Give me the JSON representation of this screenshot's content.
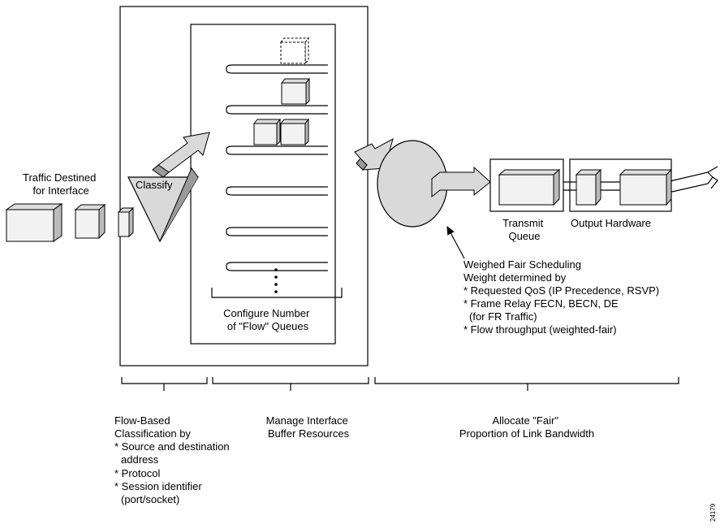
{
  "labels": {
    "traffic_line1": "Traffic Destined",
    "traffic_line2": "for Interface",
    "classify": "Classify",
    "configure_line1": "Configure Number",
    "configure_line2": "of \"Flow\" Queues",
    "transmit_line1": "Transmit",
    "transmit_line2": "Queue",
    "output_hardware": "Output Hardware",
    "wfs_line1": "Weighed Fair Scheduling",
    "wfs_line2": "Weight determined by",
    "wfs_line3": "* Requested QoS (IP Precedence, RSVP)",
    "wfs_line4": "* Frame Relay FECN, BECN, DE",
    "wfs_line5": "(for FR Traffic)",
    "wfs_line6": "* Flow throughput (weighted-fair)",
    "flow_line1": "Flow-Based",
    "flow_line2": "Classification by",
    "flow_line3": "* Source and destination",
    "flow_line4": "address",
    "flow_line5": "* Protocol",
    "flow_line6": "* Session identifier",
    "flow_line7": "(port/socket)",
    "manage_line1": "Manage Interface",
    "manage_line2": "Buffer Resources",
    "allocate_line1": "Allocate \"Fair\"",
    "allocate_line2": "Proportion of Link Bandwidth",
    "figure_id": "24179"
  }
}
